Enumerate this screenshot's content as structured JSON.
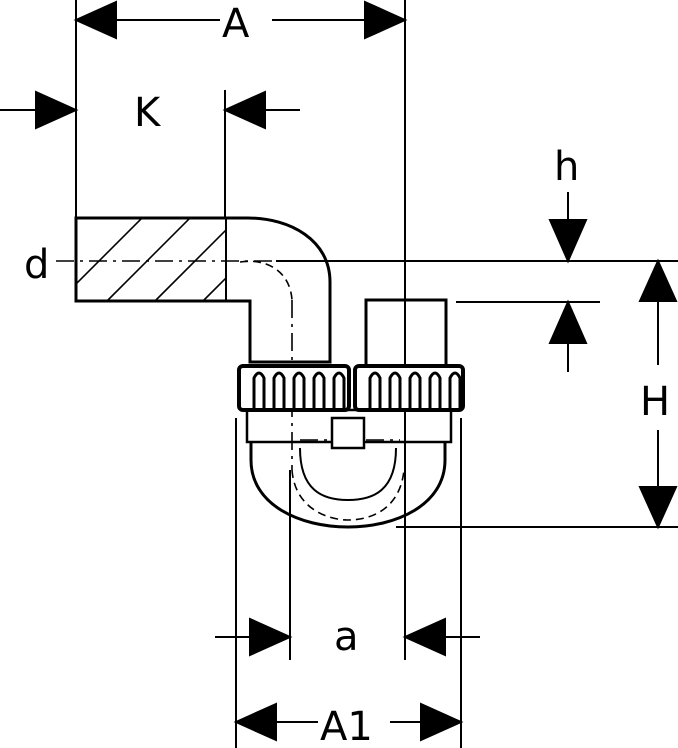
{
  "labels": {
    "A": "A",
    "K": "K",
    "h": "h",
    "d": "d",
    "H": "H",
    "a": "a",
    "A1": "A1"
  },
  "colors": {
    "line": "#000000",
    "background": "#ffffff"
  }
}
